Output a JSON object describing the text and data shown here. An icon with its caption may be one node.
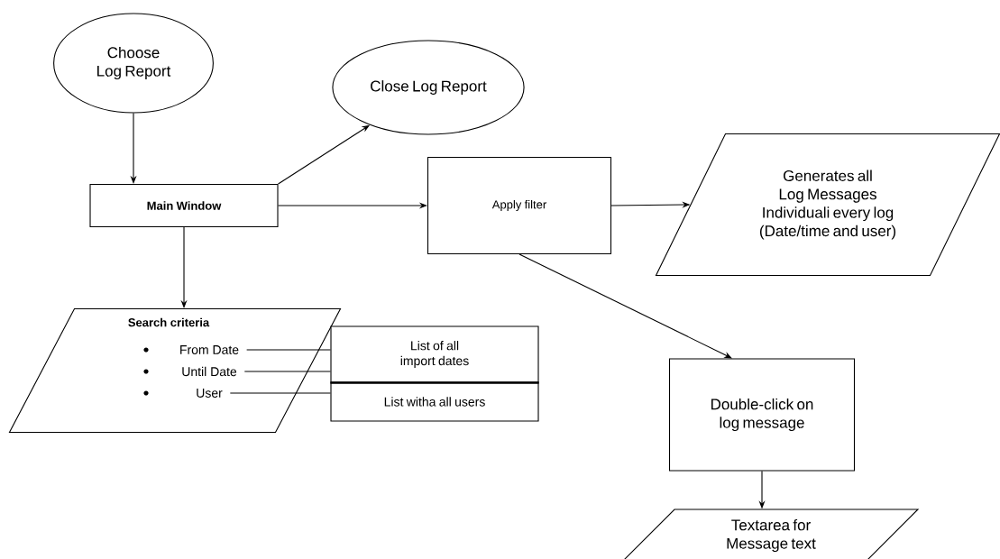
{
  "diagram": {
    "nodes": [
      {
        "text": [
          "Choose Log Report"
        ]
      },
      {
        "text": [
          "Close Log Report"
        ]
      },
      {
        "text": [
          "Main Window"
        ]
      },
      {
        "text": [
          "Apply filter"
        ]
      },
      {
        "text": [
          "Generates all Log Messages Individuali every log (Date/time and user)"
        ]
      },
      {
        "text": [
          "Search criteria"
        ]
      },
      {
        "text": [
          "From Date"
        ],
        "in": 5
      },
      {
        "text": [
          "Until Date"
        ],
        "in": 5
      },
      {
        "text": [
          "User"
        ],
        "in": 5
      },
      {
        "text": [
          "List of all import dates"
        ]
      },
      {
        "text": [
          "List witha all users"
        ]
      },
      {
        "text": [
          "Double-click on log message"
        ]
      },
      {
        "text": [
          "Textarea for Message text"
        ]
      }
    ],
    "edges": [
      {
        "from": 0,
        "to": 2,
        "arrow": "to"
      },
      {
        "from": 2,
        "to": 1,
        "arrow": "to"
      },
      {
        "from": 2,
        "to": 3,
        "arrow": "to"
      },
      {
        "from": 3,
        "to": 4,
        "arrow": "to"
      },
      {
        "from": 2,
        "to": 5,
        "arrow": "to"
      },
      {
        "from": 6,
        "to": 9,
        "arrow": "none"
      },
      {
        "from": 7,
        "to": 9,
        "arrow": "none"
      },
      {
        "from": 8,
        "to": 10,
        "arrow": "none"
      },
      {
        "from": 3,
        "to": 11,
        "arrow": "to"
      },
      {
        "from": 11,
        "to": 12,
        "arrow": "to"
      }
    ]
  }
}
